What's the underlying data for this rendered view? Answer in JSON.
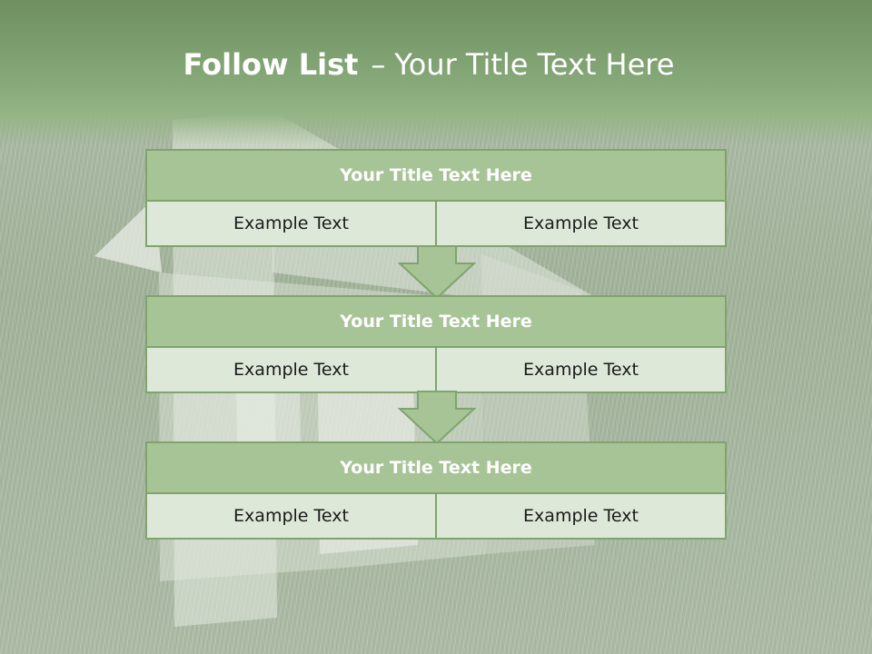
{
  "slide": {
    "title_bold": "Follow List",
    "title_dash": "–",
    "title_rest": "Your Title Text Here"
  },
  "blocks": [
    {
      "title": "Your Title Text Here",
      "left_text": "Example Text",
      "right_text": "Example Text"
    },
    {
      "title": "Your Title Text Here",
      "left_text": "Example Text",
      "right_text": "Example Text"
    },
    {
      "title": "Your Title Text Here",
      "left_text": "Example Text",
      "right_text": "Example Text"
    }
  ],
  "colors": {
    "header_green": "#7a9c6b",
    "block_title_fill": "#a7c497",
    "block_cell_fill": "#dde8d8",
    "border_green": "#7fa46e",
    "arrow_fill": "#a7c497"
  }
}
